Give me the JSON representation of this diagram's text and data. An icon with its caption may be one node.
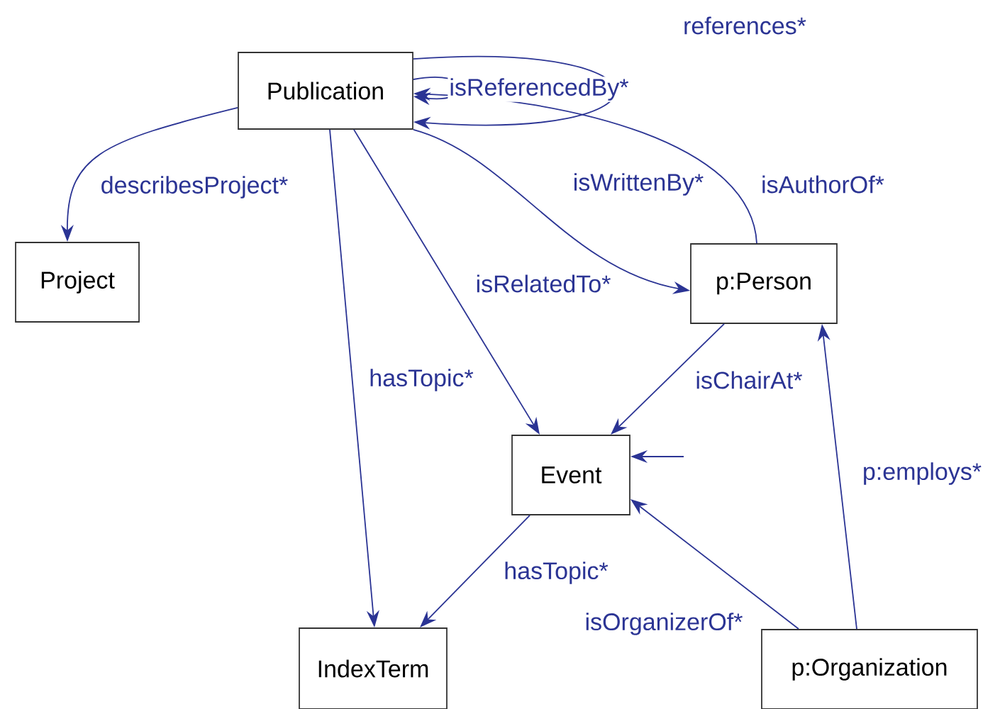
{
  "diagram": {
    "nodes": [
      {
        "text": [
          "Publication"
        ]
      },
      {
        "text": [
          "Project"
        ]
      },
      {
        "text": [
          "p:Person"
        ]
      },
      {
        "text": [
          "Event"
        ]
      },
      {
        "text": [
          "IndexTerm"
        ]
      },
      {
        "text": [
          "p:Organization"
        ]
      }
    ],
    "edges": [
      {
        "from": 0,
        "to": 0,
        "arrow": "to",
        "label": "references*"
      },
      {
        "from": 0,
        "to": 0,
        "arrow": "to",
        "label": "isReferencedBy*"
      },
      {
        "from": 0,
        "to": 1,
        "arrow": "to",
        "label": "describesProject*"
      },
      {
        "from": 0,
        "to": 2,
        "arrow": "to",
        "label": "isWrittenBy*"
      },
      {
        "from": 2,
        "to": 0,
        "arrow": "to",
        "label": "isAuthorOf*"
      },
      {
        "from": 0,
        "to": 3,
        "arrow": "to",
        "label": "isRelatedTo*"
      },
      {
        "from": 0,
        "to": 4,
        "arrow": "to",
        "label": "hasTopic*"
      },
      {
        "from": 2,
        "to": 3,
        "arrow": "to",
        "label": "isChairAt*"
      },
      {
        "from": 3,
        "to": 4,
        "arrow": "to",
        "label": "hasTopic*"
      },
      {
        "from": 5,
        "to": 3,
        "arrow": "to",
        "label": "isOrganizerOf*"
      },
      {
        "from": 5,
        "to": 2,
        "arrow": "to",
        "label": "p:employs*"
      },
      {
        "from": null,
        "to": 3,
        "arrow": "to"
      }
    ]
  }
}
